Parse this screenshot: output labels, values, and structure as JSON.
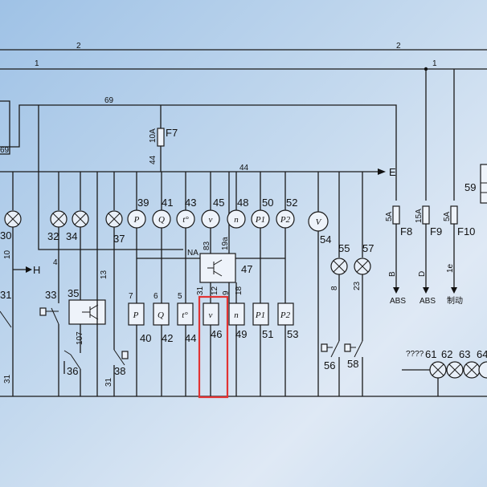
{
  "wires": {
    "w2": "2",
    "w1": "1",
    "w69": "69",
    "w44": "44",
    "w10": "10",
    "w4": "4",
    "w13": "13",
    "w7": "7",
    "w6": "6",
    "w5": "5",
    "w31a": "31",
    "w12": "12",
    "w9": "9",
    "w18": "18",
    "w83": "83",
    "w19": "19a",
    "w8": "8",
    "w23": "23",
    "w107": "107",
    "wNA": "NA"
  },
  "fuses": {
    "f7": "F7",
    "f7r": "10A",
    "f8": "F8",
    "f8r": "5A",
    "f9": "F9",
    "f9r": "15A",
    "f10": "F10",
    "f10r": "5A"
  },
  "comps": {
    "c30": "30",
    "c31": "31",
    "c32": "32",
    "c33": "33",
    "c34": "34",
    "c35": "35",
    "c36": "36",
    "c37": "37",
    "c38": "38",
    "c39": "39",
    "c40": "40",
    "c41": "41",
    "c42": "42",
    "c43": "43",
    "c44": "44",
    "c45": "45",
    "c46": "46",
    "c47": "47",
    "c48": "48",
    "c49": "49",
    "c50": "50",
    "c51": "51",
    "c52": "52",
    "c53": "53",
    "c54": "54",
    "c55": "55",
    "c56": "56",
    "c57": "57",
    "c58": "58",
    "c59": "59",
    "c61": "61",
    "c62": "62",
    "c63": "63",
    "c64": "64"
  },
  "gauges": {
    "P": "P",
    "Q": "Q",
    "t": "t°",
    "v": "v",
    "n": "n",
    "P1": "P1",
    "P2": "P2",
    "V": "V"
  },
  "boxes": {
    "P": "P",
    "Q": "Q",
    "t": "t°",
    "v": "v",
    "n": "n",
    "P1": "P1",
    "P2": "P2"
  },
  "terminals": {
    "E": "E",
    "H": "H",
    "B": "B",
    "D": "D",
    "1e": "1e",
    "abs1": "ABS",
    "abs2": "ABS",
    "cn": "制动"
  },
  "misc": {
    "q": "????"
  },
  "highlight": {
    "color": "#e23333"
  }
}
